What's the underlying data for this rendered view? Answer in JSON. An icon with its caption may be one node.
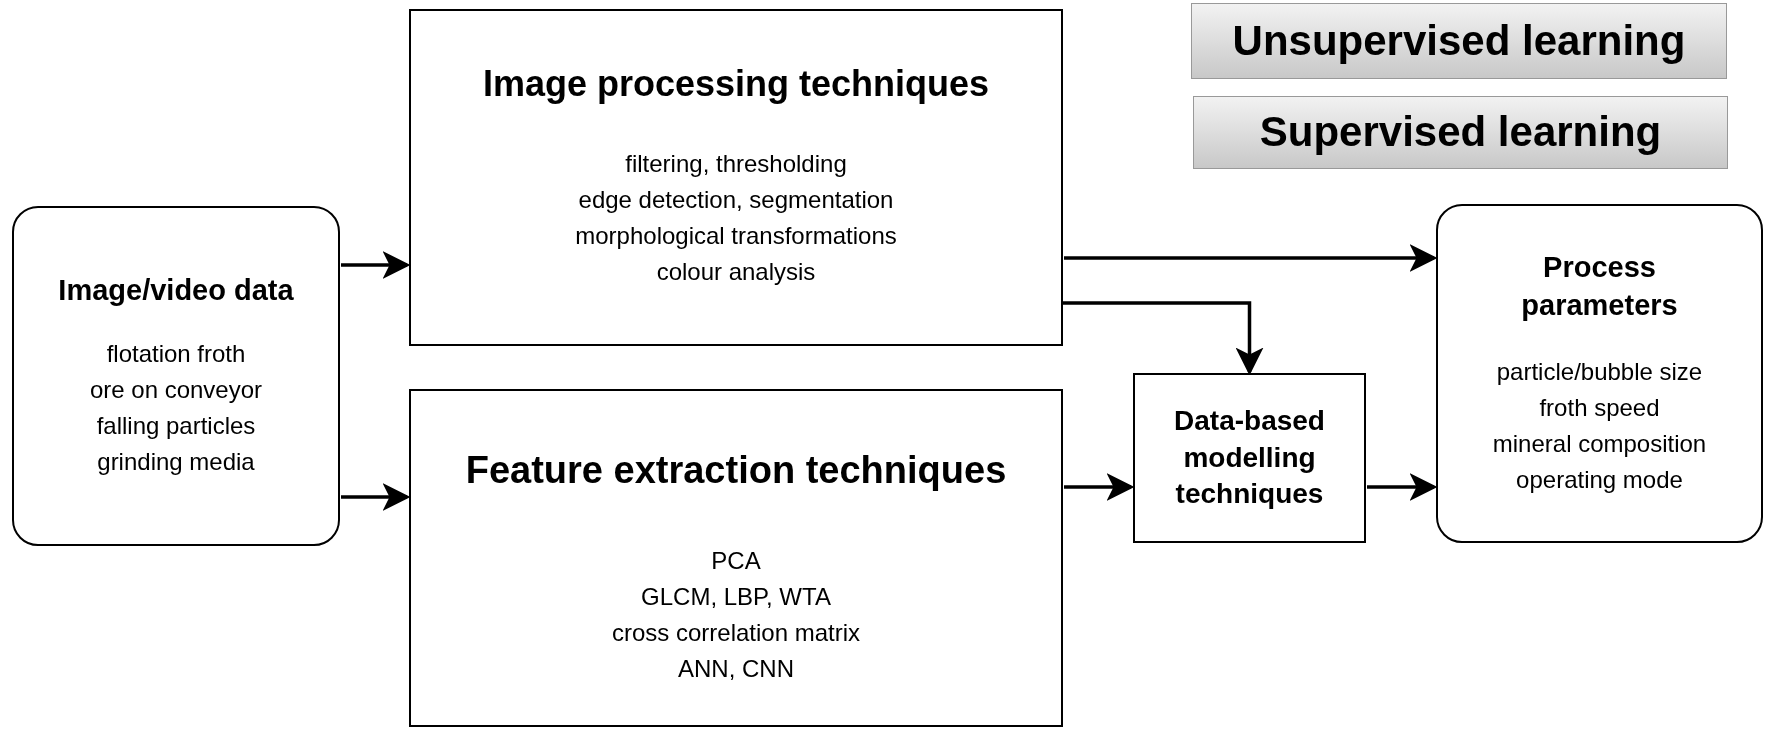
{
  "diagram": {
    "nodes": [
      {
        "text": [
          "Image/video data",
          "flotation froth",
          "ore on conveyor",
          "falling particles",
          "grinding media"
        ]
      },
      {
        "text": [
          "Image processing techniques",
          "filtering, thresholding",
          "edge detection, segmentation",
          "morphological transformations",
          "colour analysis"
        ]
      },
      {
        "text": [
          "Feature extraction techniques",
          "PCA",
          "GLCM, LBP, WTA",
          "cross correlation matrix",
          "ANN, CNN"
        ]
      },
      {
        "text": [
          "Data-based modelling techniques"
        ]
      },
      {
        "text": [
          "Process parameters",
          "particle/bubble size",
          "froth speed",
          "mineral composition",
          "operating mode"
        ]
      },
      {
        "text": [
          "Unsupervised learning"
        ]
      },
      {
        "text": [
          "Supervised learning"
        ]
      }
    ],
    "edges": [
      {
        "from": 0,
        "to": 1,
        "arrow": "to"
      },
      {
        "from": 0,
        "to": 2,
        "arrow": "to"
      },
      {
        "from": 1,
        "to": 4,
        "arrow": "to"
      },
      {
        "from": 1,
        "to": 3,
        "arrow": "to"
      },
      {
        "from": 2,
        "to": 3,
        "arrow": "to"
      },
      {
        "from": 3,
        "to": 4,
        "arrow": "to"
      }
    ]
  }
}
